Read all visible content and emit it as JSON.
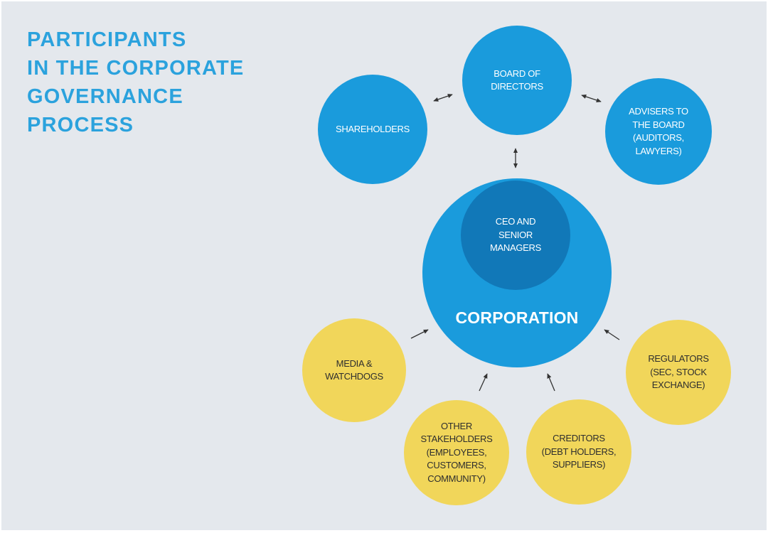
{
  "title": {
    "lines": [
      "PARTICIPANTS",
      "IN THE CORPORATE",
      "GOVERNANCE",
      "PROCESS"
    ]
  },
  "nodes": {
    "board": {
      "lines": [
        "BOARD OF",
        "DIRECTORS"
      ]
    },
    "shareholders": {
      "lines": [
        "SHAREHOLDERS"
      ]
    },
    "advisers": {
      "lines": [
        "ADVISERS TO",
        "THE BOARD",
        "(AUDITORS,",
        "LAWYERS)"
      ]
    },
    "corporation": {
      "label": "CORPORATION"
    },
    "ceo": {
      "lines": [
        "CEO AND",
        "SENIOR",
        "MANAGERS"
      ]
    },
    "media": {
      "lines": [
        "MEDIA &",
        "WATCHDOGS"
      ]
    },
    "regulators": {
      "lines": [
        "REGULATORS",
        "(SEC, STOCK",
        "EXCHANGE)"
      ]
    },
    "stakeholders": {
      "lines": [
        "OTHER",
        "STAKEHOLDERS",
        "(EMPLOYEES,",
        "CUSTOMERS,",
        "COMMUNITY)"
      ]
    },
    "creditors": {
      "lines": [
        "CREDITORS",
        "(DEBT HOLDERS,",
        "SUPPLIERS)"
      ]
    }
  },
  "colors": {
    "title": "#2ba2dd",
    "blue_node": "#1a9bdc",
    "inner_node": "#1178b8",
    "yellow_node": "#f1d65a",
    "background": "#e4e8ed",
    "arrow": "#333333"
  }
}
